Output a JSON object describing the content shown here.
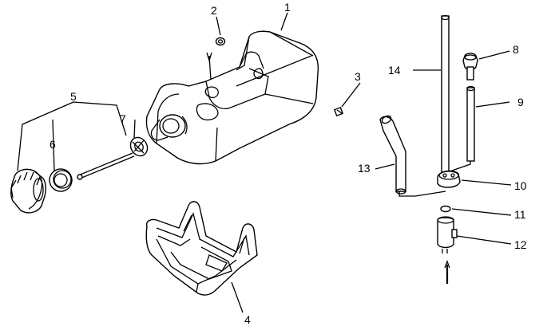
{
  "diagram": {
    "callouts": {
      "c1": "1",
      "c2": "2",
      "c3": "3",
      "c4": "4",
      "c5": "5",
      "c6": "6",
      "c7": "7",
      "c8": "8",
      "c9": "9",
      "c10": "10",
      "c11": "11",
      "c12": "12",
      "c13": "13",
      "c14": "14"
    },
    "parts": [
      {
        "callout": "1",
        "depicts": "fuel-tank"
      },
      {
        "callout": "2",
        "depicts": "grommet"
      },
      {
        "callout": "3",
        "depicts": "screw"
      },
      {
        "callout": "4",
        "depicts": "tank-bracket"
      },
      {
        "callout": "5",
        "depicts": "cap-assembly"
      },
      {
        "callout": "6",
        "depicts": "gasket"
      },
      {
        "callout": "7",
        "depicts": "retainer-strap"
      },
      {
        "callout": "8",
        "depicts": "plug"
      },
      {
        "callout": "9",
        "depicts": "vent-tube"
      },
      {
        "callout": "10",
        "depicts": "grommet"
      },
      {
        "callout": "11",
        "depicts": "o-ring"
      },
      {
        "callout": "12",
        "depicts": "fitting"
      },
      {
        "callout": "13",
        "depicts": "fuel-line"
      },
      {
        "callout": "14",
        "depicts": "pickup-tube"
      }
    ]
  }
}
